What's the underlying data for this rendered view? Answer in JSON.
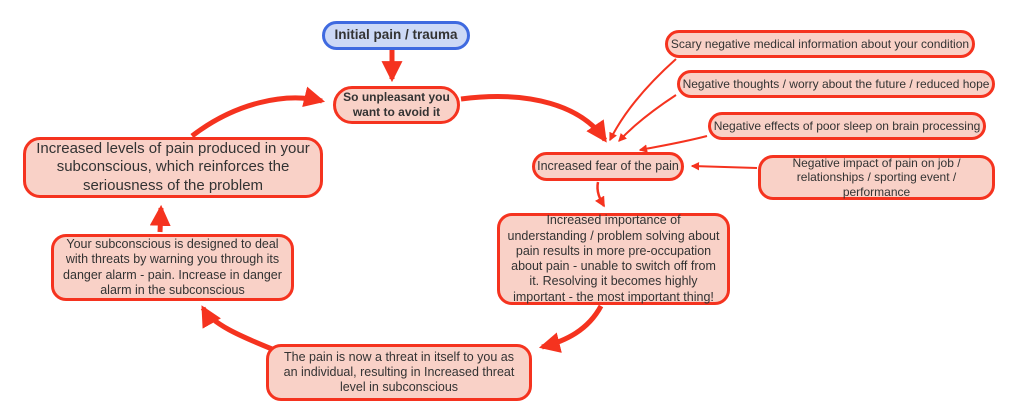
{
  "colors": {
    "arrow": "#f5331f",
    "node_border": "#f5331f",
    "node_fill": "#f9d1c7",
    "root_border": "#3f6ae0",
    "root_fill": "#cdd9f6",
    "text": "#333333"
  },
  "nodes": {
    "initial_pain": {
      "label": "Initial pain / trauma"
    },
    "so_unpleasant": {
      "label": "So unpleasant you want to avoid it"
    },
    "increased_levels": {
      "label": "Increased levels of pain produced in your subconscious, which reinforces the seriousness of the problem"
    },
    "subconscious_alarm": {
      "label": "Your subconscious is designed to deal with threats by warning you through its danger alarm - pain. Increase in danger alarm in the subconscious"
    },
    "pain_threat": {
      "label": "The pain is now a threat in itself to you as an individual, resulting in Increased threat level in subconscious"
    },
    "increased_importance": {
      "label": "Increased importance of understanding / problem solving about pain results in more pre-occupation about pain - unable to switch off from it. Resolving it becomes highly important - the most important thing!"
    },
    "increased_fear": {
      "label": "Increased fear of the pain"
    },
    "scary_info": {
      "label": "Scary negative medical information about your condition"
    },
    "negative_thoughts": {
      "label": "Negative thoughts / worry about the future / reduced hope"
    },
    "poor_sleep": {
      "label": "Negative effects of poor sleep on brain processing"
    },
    "negative_impact": {
      "label": "Negative impact of pain on job / relationships / sporting event / performance"
    }
  },
  "edges": [
    {
      "from": "initial_pain",
      "to": "so_unpleasant",
      "style": "thick"
    },
    {
      "from": "so_unpleasant",
      "to": "increased_fear",
      "style": "thick"
    },
    {
      "from": "increased_fear",
      "to": "increased_importance",
      "style": "medium"
    },
    {
      "from": "increased_importance",
      "to": "pain_threat",
      "style": "thick"
    },
    {
      "from": "pain_threat",
      "to": "subconscious_alarm",
      "style": "thick"
    },
    {
      "from": "subconscious_alarm",
      "to": "increased_levels",
      "style": "thick"
    },
    {
      "from": "increased_levels",
      "to": "so_unpleasant",
      "style": "thick"
    },
    {
      "from": "scary_info",
      "to": "increased_fear",
      "style": "thin"
    },
    {
      "from": "negative_thoughts",
      "to": "increased_fear",
      "style": "thin"
    },
    {
      "from": "poor_sleep",
      "to": "increased_fear",
      "style": "thin"
    },
    {
      "from": "negative_impact",
      "to": "increased_fear",
      "style": "thin"
    }
  ]
}
